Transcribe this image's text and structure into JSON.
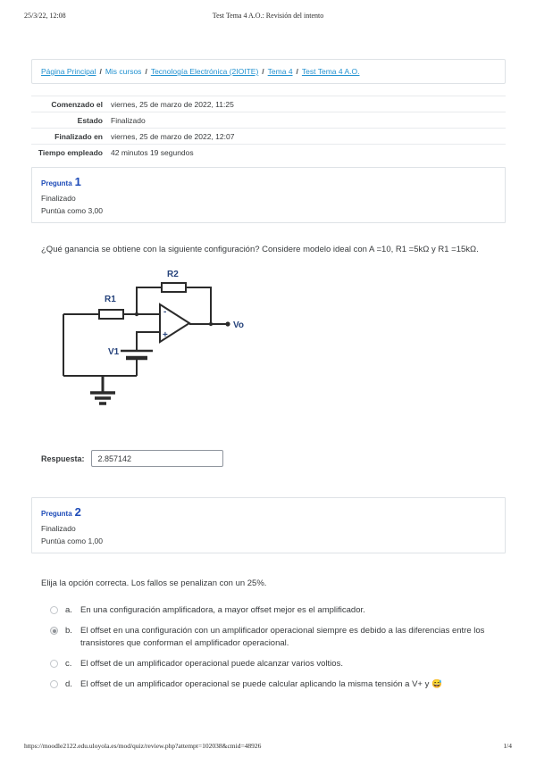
{
  "print_header": {
    "datetime": "25/3/22, 12:08",
    "title": "Test Tema 4 A.O.: Revisión del intento"
  },
  "print_footer": {
    "url": "https://moodle2122.edu.uloyola.es/mod/quiz/review.php?attempt=102038&cmid=48926",
    "page_indicator": "1/4"
  },
  "breadcrumb": {
    "separator": "/",
    "items": [
      {
        "label": "Página Principal"
      },
      {
        "label": "Mis cursos"
      },
      {
        "label": "Tecnología Electrónica (2IOITE)"
      },
      {
        "label": "Tema 4"
      },
      {
        "label": "Test Tema 4 A.O."
      }
    ]
  },
  "summary": {
    "rows": [
      {
        "label": "Comenzado el",
        "value": "viernes, 25 de marzo de 2022, 11:25"
      },
      {
        "label": "Estado",
        "value": "Finalizado"
      },
      {
        "label": "Finalizado en",
        "value": "viernes, 25 de marzo de 2022, 12:07"
      },
      {
        "label": "Tiempo empleado",
        "value": "42 minutos 19 segundos"
      }
    ]
  },
  "questions": [
    {
      "label": "Pregunta",
      "number": "1",
      "state": "Finalizado",
      "grade": "Puntúa como 3,00",
      "text": "¿Qué ganancia se obtiene con la siguiente configuración? Considere modelo ideal con A =10, R1 =5kΩ y R1 =15kΩ.",
      "answer_label": "Respuesta:",
      "answer_value": "2.857142",
      "circuit": {
        "labels": {
          "r1": "R1",
          "r2": "R2",
          "v1": "V1",
          "vo": "Vo"
        }
      }
    },
    {
      "label": "Pregunta",
      "number": "2",
      "state": "Finalizado",
      "grade": "Puntúa como 1,00",
      "text": "Elija la opción correcta. Los fallos se penalizan con un 25%.",
      "options": [
        {
          "letter": "a.",
          "text": "En una configuración amplificadora, a mayor offset mejor es el amplificador.",
          "selected": false
        },
        {
          "letter": "b.",
          "text": "El offset en una configuración con un amplificador operacional siempre es debido a las diferencias entre los transistores que conforman el amplificador operacional.",
          "selected": true
        },
        {
          "letter": "c.",
          "text": "El offset de un amplificador operacional puede alcanzar varios voltios.",
          "selected": false
        },
        {
          "letter": "d.",
          "text": "El offset de un amplificador operacional se puede calcular aplicando la misma tensión a V+ y 😅",
          "selected": false
        }
      ]
    }
  ],
  "colors": {
    "link_blue": "#2191d0",
    "question_blue": "#1d4bb8",
    "body_text": "#373a3c",
    "border_gray": "#dee2e6",
    "circuit_label": "#25427b"
  }
}
